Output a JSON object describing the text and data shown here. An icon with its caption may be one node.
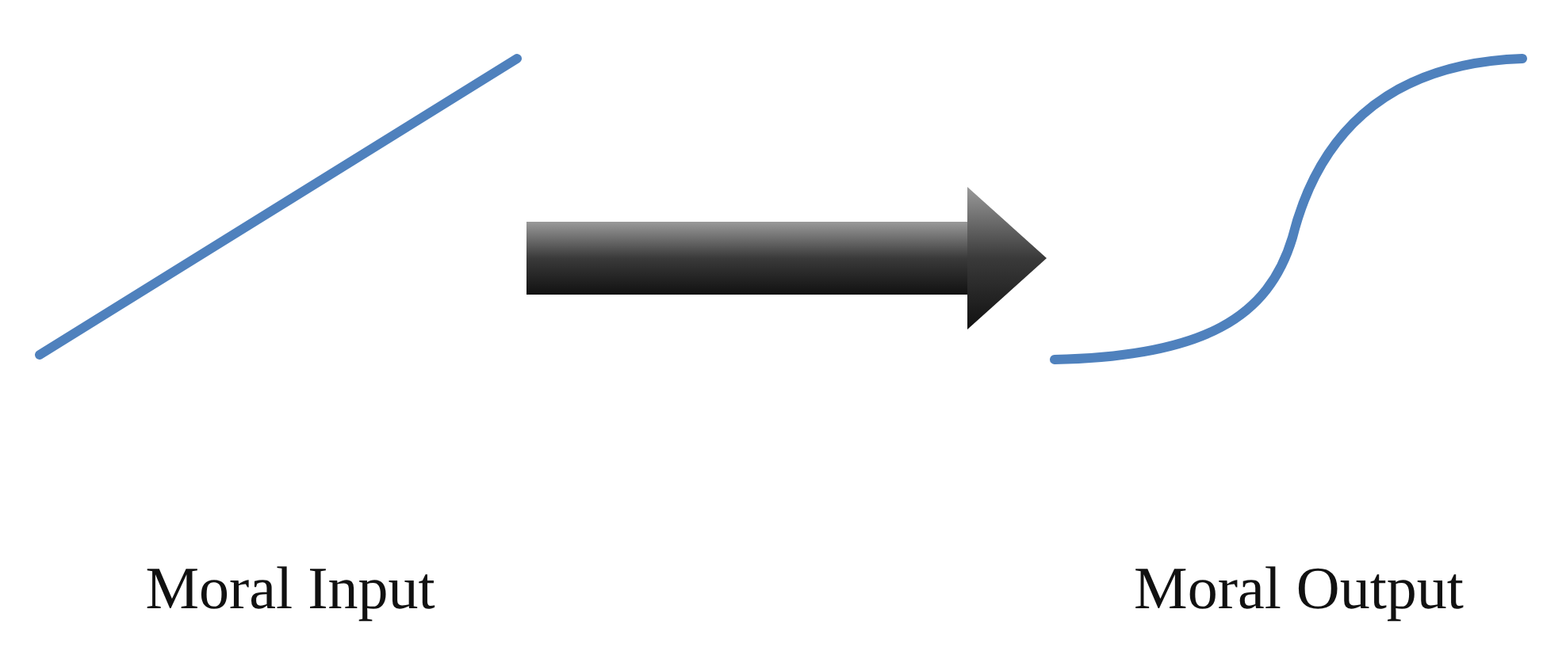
{
  "diagram": {
    "nodes": [
      {
        "text": [
          "Moral Input"
        ]
      },
      {
        "text": [
          "Moral Output"
        ]
      }
    ],
    "edges": [
      {
        "from": 0,
        "to": 1,
        "arrow": "to",
        "style": "thick"
      }
    ]
  }
}
